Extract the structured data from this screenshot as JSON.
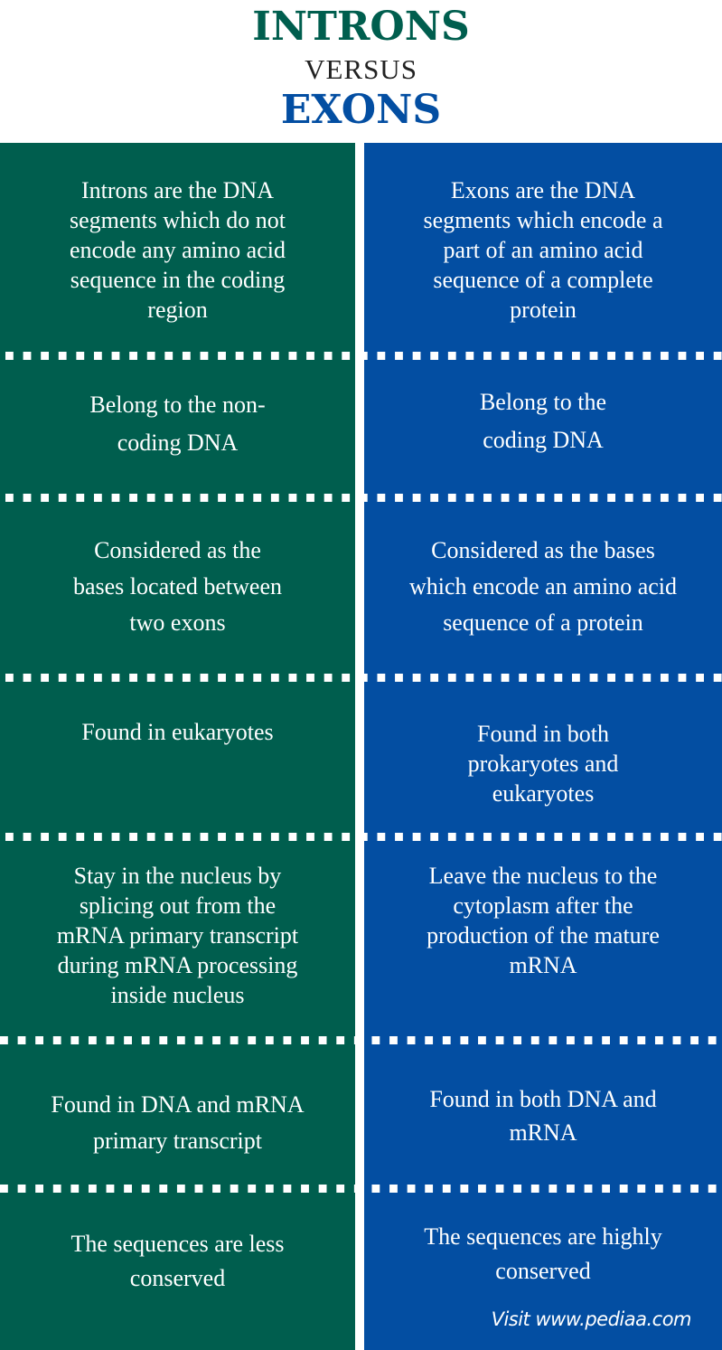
{
  "header": {
    "title_top": "INTRONS",
    "title_versus": "VERSUS",
    "title_bottom": "EXONS"
  },
  "colors": {
    "introns_green": "#005E4E",
    "exons_blue": "#034EA2",
    "divider": "#FFFFFF",
    "text": "#FFFFFF"
  },
  "rows": [
    {
      "introns": "Introns are the DNA\nsegments which do not\nencode any amino acid\nsequence in the coding\nregion",
      "exons": "Exons are the DNA\nsegments which encode a\npart of an amino acid\nsequence of a complete\nprotein"
    },
    {
      "introns": "Belong to the non-\ncoding DNA",
      "exons": "Belong to the\ncoding DNA"
    },
    {
      "introns": "Considered as the\nbases located between\ntwo exons",
      "exons": "Considered as the bases\nwhich encode an amino acid\nsequence of a protein"
    },
    {
      "introns": "Found in eukaryotes",
      "exons": "Found in both\nprokaryotes and\neukaryotes"
    },
    {
      "introns": "Stay in the nucleus by\nsplicing out from the\nmRNA primary transcript\nduring mRNA processing\ninside nucleus",
      "exons": "Leave the nucleus to the\ncytoplasm after the\nproduction of the mature\nmRNA"
    },
    {
      "introns": "Found in DNA and mRNA\nprimary transcript",
      "exons": "Found in both DNA and\nmRNA"
    },
    {
      "introns": "The sequences are less\nconserved",
      "exons": "The sequences are highly\nconserved"
    }
  ],
  "footer": {
    "link_text": "Visit www.pediaa.com"
  }
}
